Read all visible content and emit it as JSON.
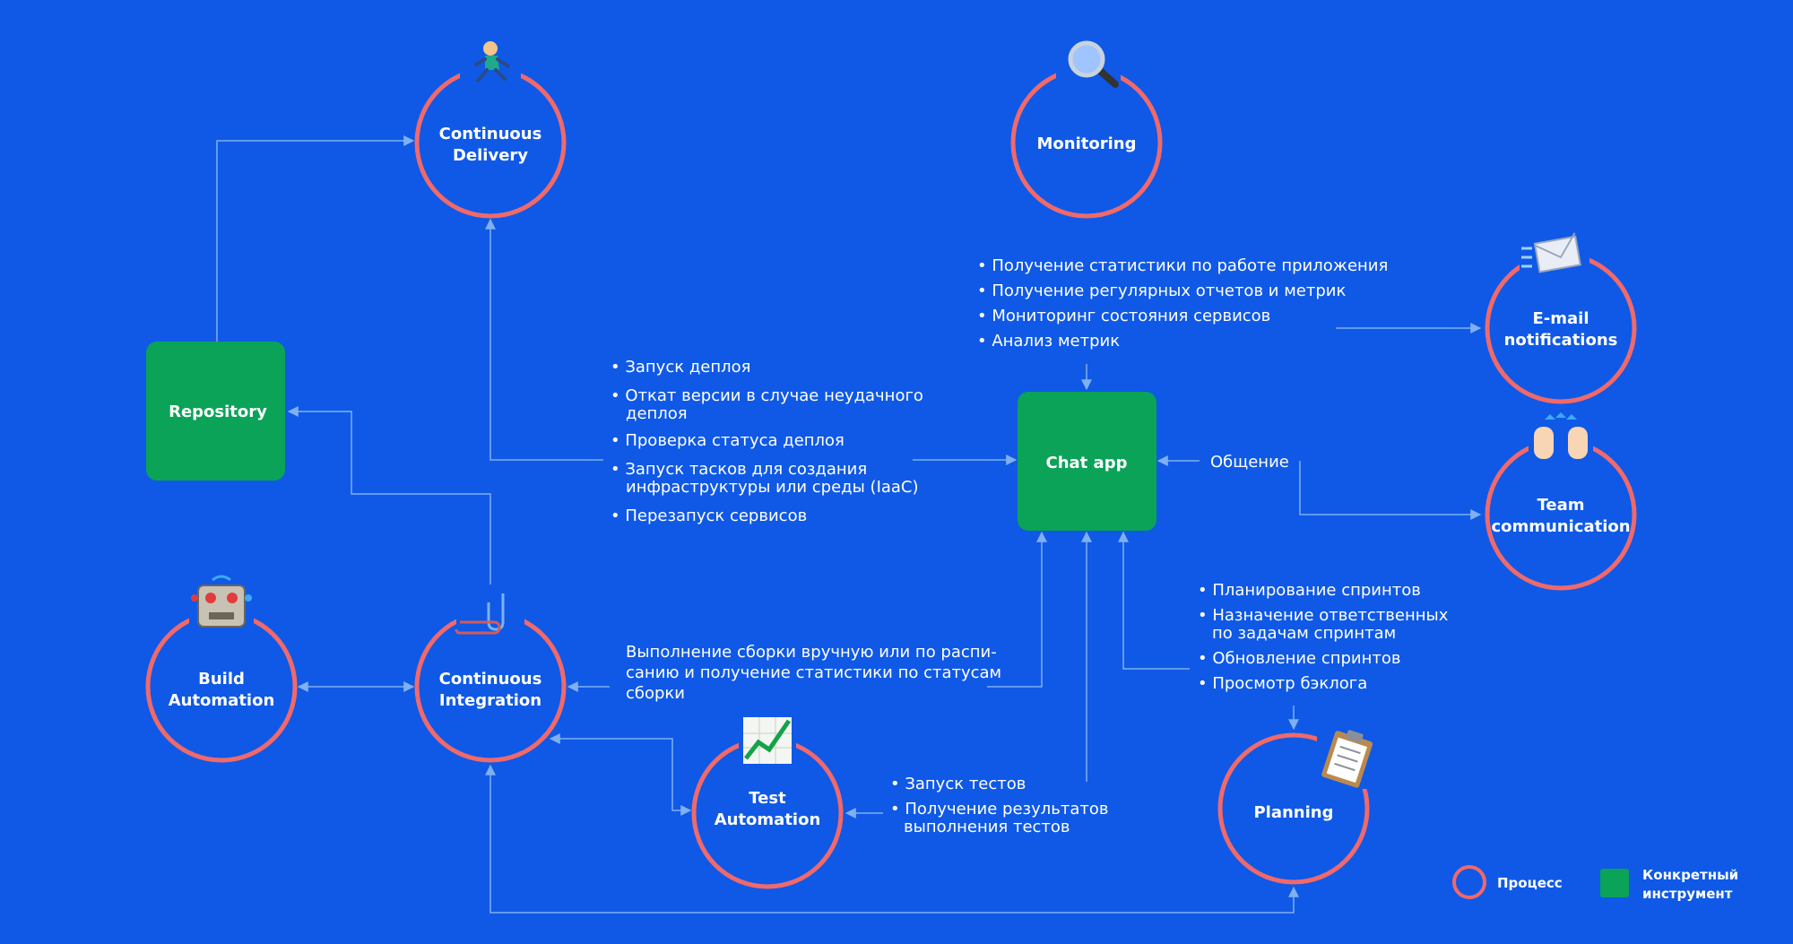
{
  "nodes": {
    "continuous_delivery": {
      "line1": "Continuous",
      "line2": "Delivery"
    },
    "monitoring": {
      "line1": "Monitoring"
    },
    "email_notifications": {
      "line1": "E-mail",
      "line2": "notifications"
    },
    "team_communication": {
      "line1": "Team",
      "line2": "communication"
    },
    "repository": {
      "line1": "Repository"
    },
    "chat_app": {
      "line1": "Chat app"
    },
    "build_automation": {
      "line1": "Build",
      "line2": "Automation"
    },
    "continuous_integration": {
      "line1": "Continuous",
      "line2": "Integration"
    },
    "test_automation": {
      "line1": "Test",
      "line2": "Automation"
    },
    "planning": {
      "line1": "Planning"
    }
  },
  "annotations": {
    "monitoring_list": [
      "Получение статистики по работе приложения",
      "Получение регулярных отчетов и метрик",
      "Мониторинг состояния сервисов",
      "Анализ метрик"
    ],
    "deploy_list": [
      [
        "Запуск деплоя"
      ],
      [
        "Откат версии в случае неудачного",
        "деплоя"
      ],
      [
        "Проверка статуса деплоя"
      ],
      [
        "Запуск тасков для создания",
        "инфраструктуры или среды (IaaC)"
      ],
      [
        "Перезапуск сервисов"
      ]
    ],
    "communication": "Общение",
    "planning_list": [
      [
        "Планирование спринтов"
      ],
      [
        "Назначение ответственных",
        "по задачам спринтам"
      ],
      [
        "Обновление спринтов"
      ],
      [
        "Просмотр бэклога"
      ]
    ],
    "ci_build_text": [
      "Выполнение сборки вручную или по распи-",
      "санию и получение статистики по статусам",
      "сборки"
    ],
    "test_list": [
      [
        "Запуск тестов"
      ],
      [
        "Получение результатов",
        "выполнения тестов"
      ]
    ]
  },
  "legend": {
    "process": "Процесс",
    "tool_line1": "Конкретный",
    "tool_line2": "инструмент"
  },
  "colors": {
    "background": "#0f59e6",
    "process_ring": "#f0696b",
    "tool_box": "#0aa358",
    "connector": "#7fb0f2"
  },
  "icons": {
    "continuous_delivery": "running-person-icon",
    "monitoring": "magnifying-glass-icon",
    "email_notifications": "envelope-icon",
    "team_communication": "raised-hands-icon",
    "build_automation": "robot-icon",
    "continuous_integration": "paperclip-icon",
    "test_automation": "chart-increasing-icon",
    "planning": "clipboard-icon"
  }
}
